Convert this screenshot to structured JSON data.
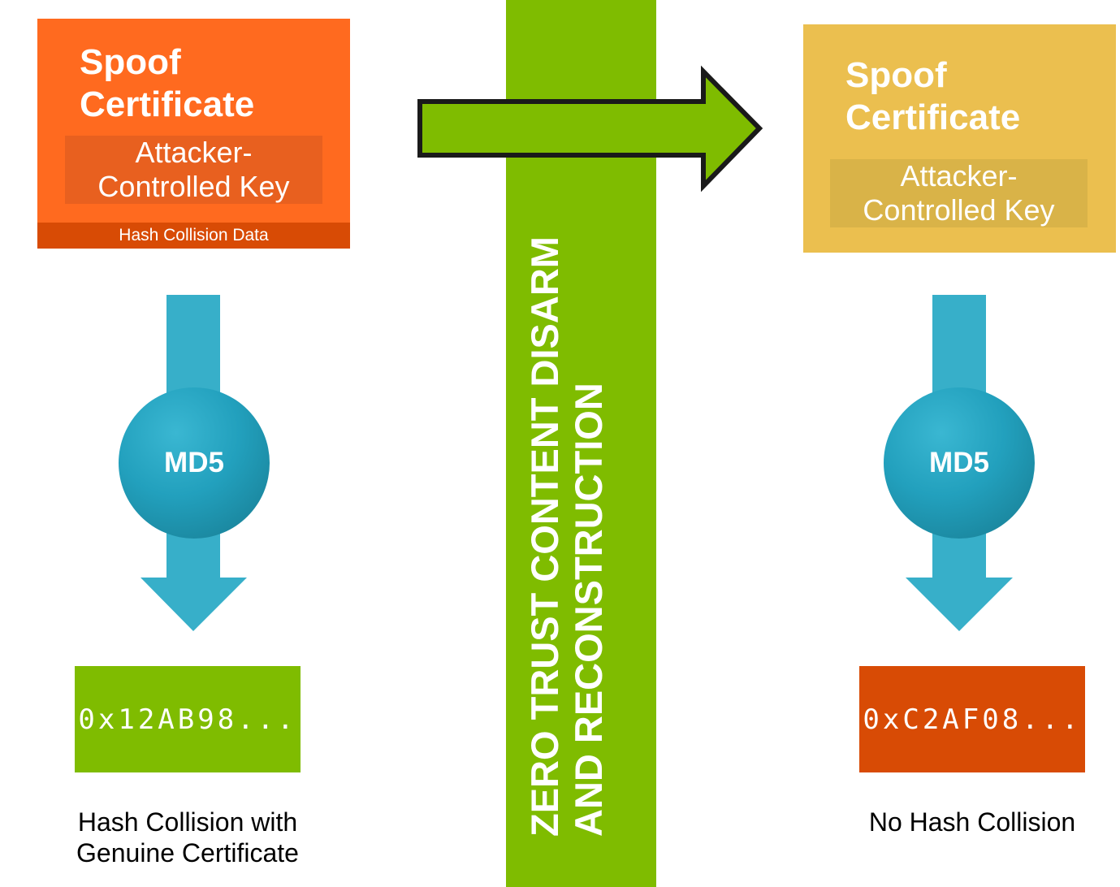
{
  "left_certificate": {
    "title_line1": "Spoof",
    "title_line2": "Certificate",
    "key_line1": "Attacker-",
    "key_line2": "Controlled Key",
    "collision_strip": "Hash Collision Data"
  },
  "right_certificate": {
    "title_line1": "Spoof",
    "title_line2": "Certificate",
    "key_line1": "Attacker-",
    "key_line2": "Controlled Key"
  },
  "center_band": {
    "line1": "ZERO TRUST CONTENT DISARM",
    "line2": "AND RECONSTRUCTION"
  },
  "left_flow": {
    "hash_label": "MD5",
    "result_value": "0x12AB98...",
    "caption_line1": "Hash Collision with",
    "caption_line2": "Genuine Certificate"
  },
  "right_flow": {
    "hash_label": "MD5",
    "result_value": "0xC2AF08...",
    "caption_line1": "No Hash Collision"
  },
  "colors": {
    "orange": "#ff6a1f",
    "dark_orange": "#d84b05",
    "gold": "#ebbf4f",
    "green": "#7fbc00",
    "teal": "#37afc9"
  }
}
